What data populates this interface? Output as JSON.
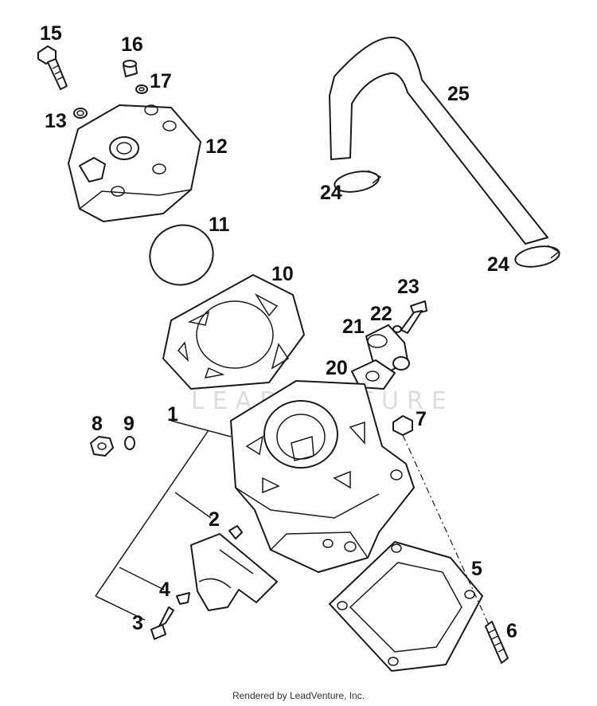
{
  "diagram": {
    "callouts": [
      "1",
      "2",
      "3",
      "4",
      "5",
      "6",
      "7",
      "8",
      "9",
      "10",
      "11",
      "12",
      "13",
      "15",
      "16",
      "17",
      "20",
      "21",
      "22",
      "23",
      "24",
      "24",
      "25"
    ]
  },
  "watermark": "LEADVENTURE",
  "footer": "Rendered by LeadVenture, Inc."
}
